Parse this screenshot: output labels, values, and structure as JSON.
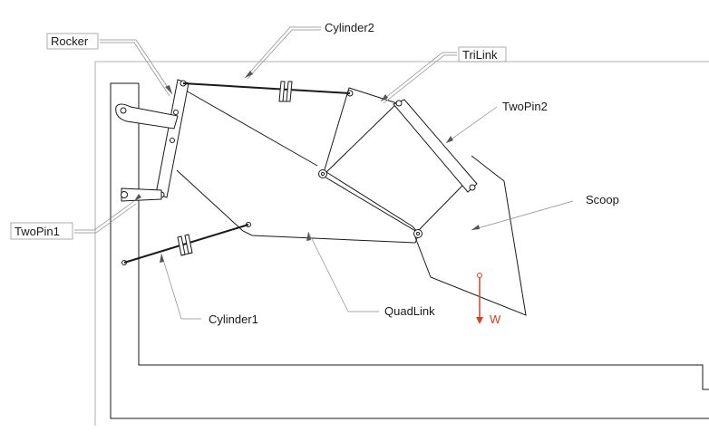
{
  "diagram": {
    "labels": {
      "cylinder2": "Cylinder2",
      "rocker": "Rocker",
      "trilink": "TriLink",
      "twopin2": "TwoPin2",
      "scoop": "Scoop",
      "twopin1": "TwoPin1",
      "cylinder1": "Cylinder1",
      "quadlink": "QuadLink",
      "load": "W"
    },
    "colors": {
      "line": "#1a1a1a",
      "leader": "#8a8a8a",
      "load_arrow": "#d2402a"
    }
  }
}
